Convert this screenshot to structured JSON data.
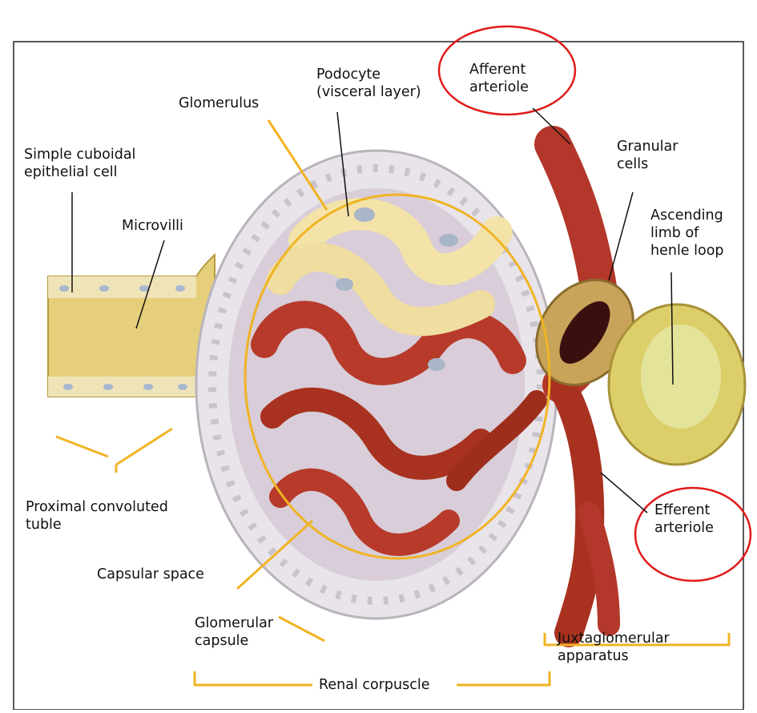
{
  "labels": {
    "glomerulus": "Glomerulus",
    "podocyte": [
      "Podocyte",
      "(visceral layer)"
    ],
    "afferent": [
      "Afferent",
      "arteriole"
    ],
    "simple_cuboidal": [
      "Simple cuboidal",
      "epithelial cell"
    ],
    "microvilli": "Microvilli",
    "granular": [
      "Granular",
      "cells"
    ],
    "ascending": [
      "Ascending",
      "limb of",
      "henle loop"
    ],
    "proximal": [
      "Proximal convoluted",
      "tuble"
    ],
    "efferent": [
      "Efferent",
      "arteriole"
    ],
    "capsular_space": "Capsular space",
    "glomerular_capsule": [
      "Glomerular",
      "capsule"
    ],
    "juxtaglomerular": [
      "Juxtaglomerular",
      "apparatus"
    ],
    "renal_corpuscle": "Renal corpuscle"
  },
  "colors": {
    "accent_line": "#f0b323",
    "highlight_circle": "#e01b1b",
    "tubule_red": "#b23a2a",
    "podocyte_yellow": "#f3e3a8",
    "capsule_wall": "#dcdcdc"
  }
}
